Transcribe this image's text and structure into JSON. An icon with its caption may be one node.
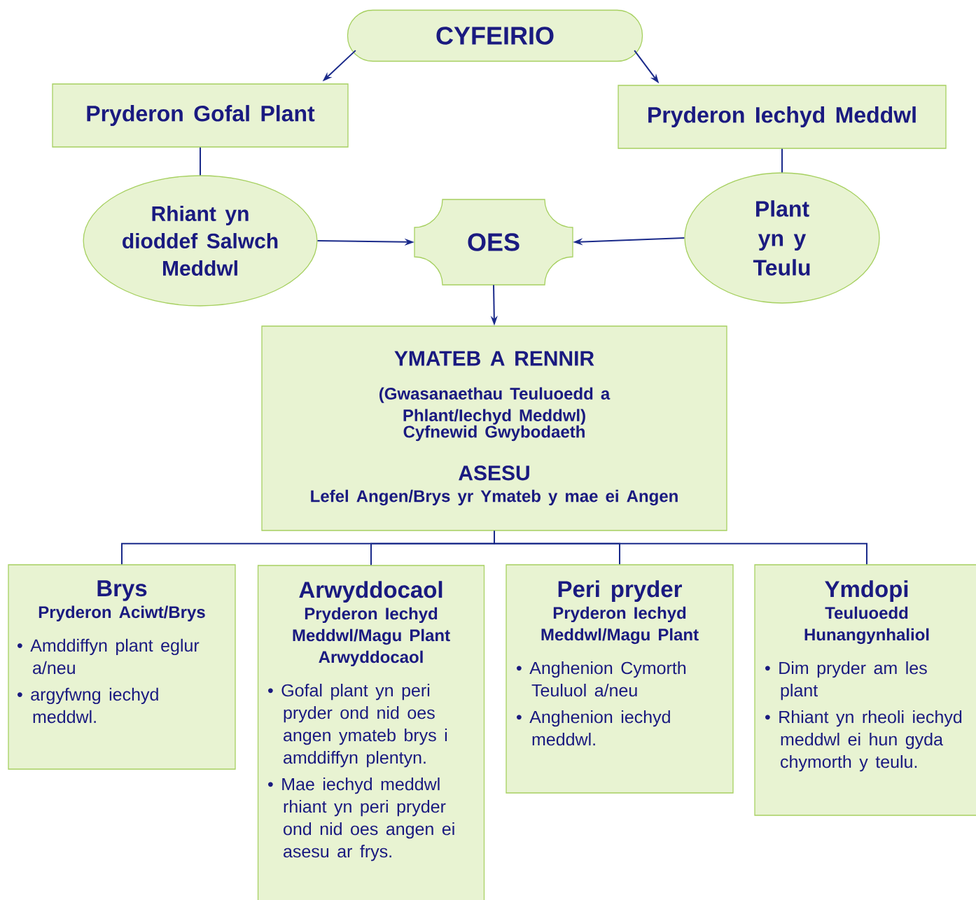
{
  "diagram": {
    "nodes": [
      {
        "text": [
          "CYFEIRIO"
        ]
      },
      {
        "text": [
          "Pryderon Gofal Plant"
        ]
      },
      {
        "text": [
          "Pryderon Iechyd Meddwl"
        ]
      },
      {
        "text": [
          "Rhiant yn dioddef Salwch Meddwl"
        ]
      },
      {
        "text": [
          "OES"
        ]
      },
      {
        "text": [
          "Plant yn y Teulu"
        ]
      },
      {
        "text": [
          "YMATEB A RENNIR",
          "(Gwasanaethau Teuluoedd a Phlant/Iechyd Meddwl)",
          "Cyfnewid Gwybodaeth",
          "ASESU",
          "Lefel Angen/Brys yr Ymateb y mae ei Angen"
        ]
      },
      {
        "text": [
          "Brys",
          "Pryderon Aciwt/Brys",
          "• Amddiffyn plant eglur a/neu",
          "• argyfwng iechyd meddwl."
        ]
      },
      {
        "text": [
          "Arwyddocaol",
          "Pryderon Iechyd Meddwl/Magu Plant Arwyddocaol",
          "• Gofal plant yn peri pryder ond nid oes angen ymateb brys i amddiffyn plentyn.",
          "• Mae iechyd meddwl rhiant yn peri pryder ond nid oes angen ei asesu ar frys."
        ]
      },
      {
        "text": [
          "Peri pryder",
          "Pryderon Iechyd Meddwl/Magu Plant",
          "• Anghenion Cymorth Teuluol a/neu",
          "• Anghenion iechyd meddwl."
        ]
      },
      {
        "text": [
          "Ymdopi",
          "Teuluoedd Hunangynhaliol",
          "• Dim pryder am les plant",
          "• Rhiant yn rheoli iechyd meddwl ei hun gyda chymorth y teulu."
        ]
      }
    ],
    "edges": [
      {
        "from": 0,
        "to": 1,
        "arrow": "to"
      },
      {
        "from": 0,
        "to": 2,
        "arrow": "to"
      },
      {
        "from": 1,
        "to": 3,
        "arrow": "none"
      },
      {
        "from": 2,
        "to": 5,
        "arrow": "none"
      },
      {
        "from": 3,
        "to": 4,
        "arrow": "to"
      },
      {
        "from": 5,
        "to": 4,
        "arrow": "to"
      },
      {
        "from": 4,
        "to": 6,
        "arrow": "to"
      },
      {
        "from": 6,
        "to": 7,
        "arrow": "none"
      },
      {
        "from": 6,
        "to": 8,
        "arrow": "none"
      },
      {
        "from": 6,
        "to": 9,
        "arrow": "none"
      },
      {
        "from": 6,
        "to": 10,
        "arrow": "none"
      }
    ]
  }
}
